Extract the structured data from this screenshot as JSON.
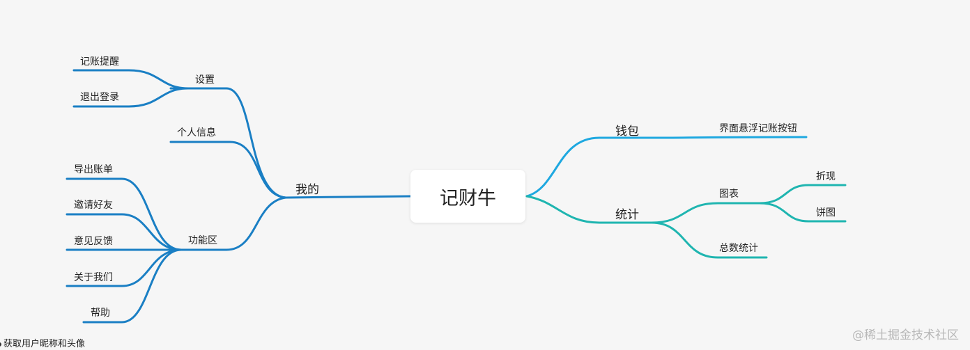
{
  "mindmap": {
    "root": "记财牛",
    "left": {
      "branch": "我的",
      "settings": {
        "label": "设置",
        "children": [
          "记账提醒",
          "退出登录"
        ]
      },
      "personal": {
        "label": "个人信息"
      },
      "features": {
        "label": "功能区",
        "children": [
          "导出账单",
          "邀请好友",
          "意见反馈",
          "关于我们",
          "帮助"
        ]
      }
    },
    "right": {
      "wallet": {
        "label": "钱包",
        "children": [
          "界面悬浮记账按钮"
        ]
      },
      "stats": {
        "label": "统计",
        "chart": {
          "label": "图表",
          "children": [
            "折现",
            "饼图"
          ]
        },
        "total": {
          "label": "总数统计"
        }
      }
    },
    "footer_item": "获取用户昵称和头像"
  },
  "watermark": "@稀土掘金技术社区",
  "colors": {
    "left_branch": "#1a7fc4",
    "wallet_branch": "#1ea8e0",
    "stats_branch": "#1fb5b0",
    "background": "#f6f6f6"
  }
}
